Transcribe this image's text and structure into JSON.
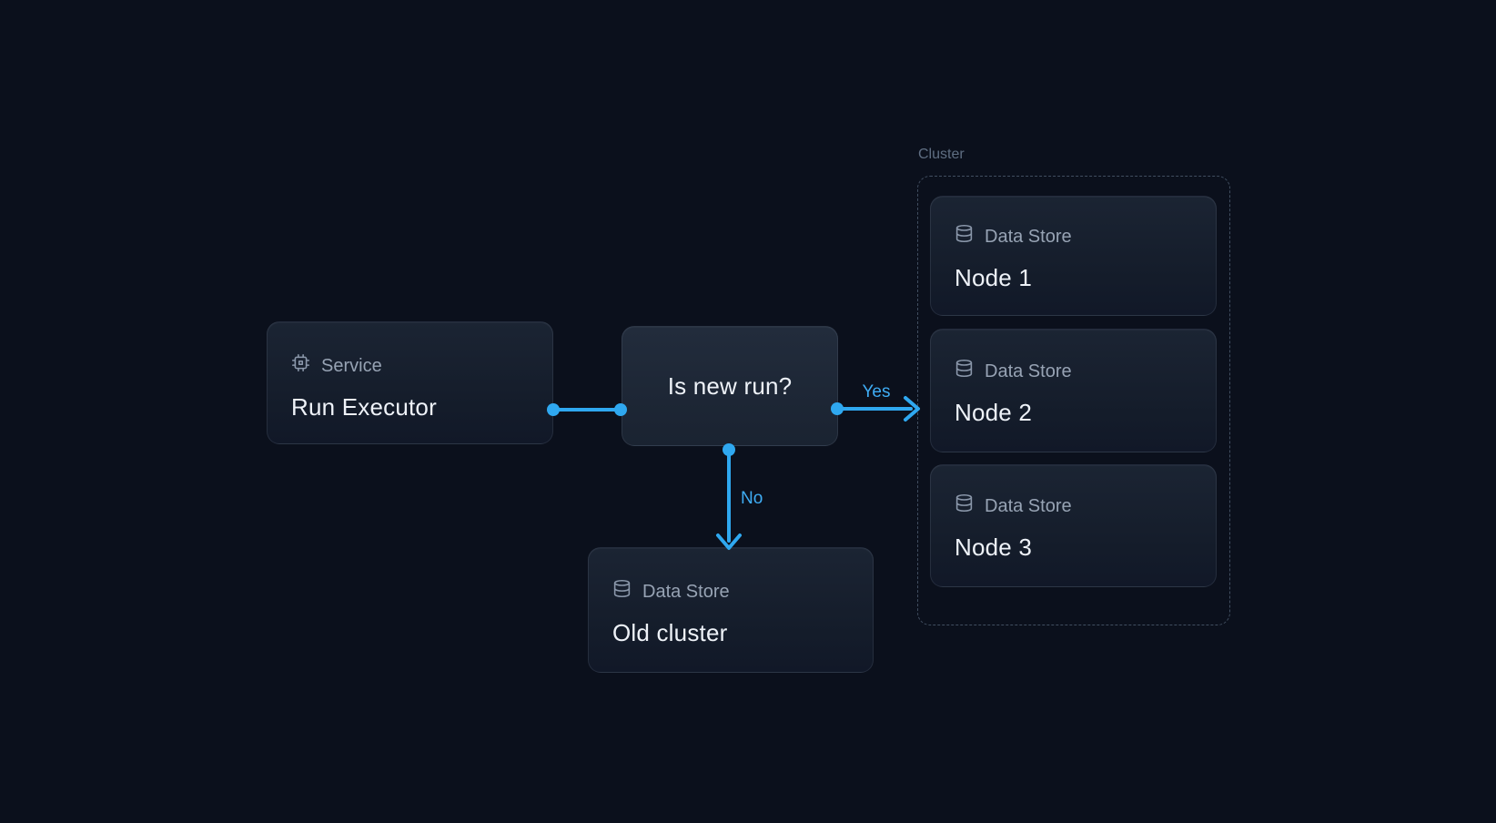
{
  "diagram": {
    "background": "#0b101c",
    "accent": "#2fa8f0",
    "service_node": {
      "icon": "cpu-icon",
      "type_label": "Service",
      "title": "Run Executor"
    },
    "decision_node": {
      "title": "Is new run?"
    },
    "old_cluster_node": {
      "icon": "database-icon",
      "type_label": "Data Store",
      "title": "Old cluster"
    },
    "cluster": {
      "label": "Cluster",
      "nodes": [
        {
          "icon": "database-icon",
          "type_label": "Data Store",
          "title": "Node 1"
        },
        {
          "icon": "database-icon",
          "type_label": "Data Store",
          "title": "Node 2"
        },
        {
          "icon": "database-icon",
          "type_label": "Data Store",
          "title": "Node 3"
        }
      ]
    },
    "edges": {
      "yes_label": "Yes",
      "no_label": "No"
    }
  }
}
